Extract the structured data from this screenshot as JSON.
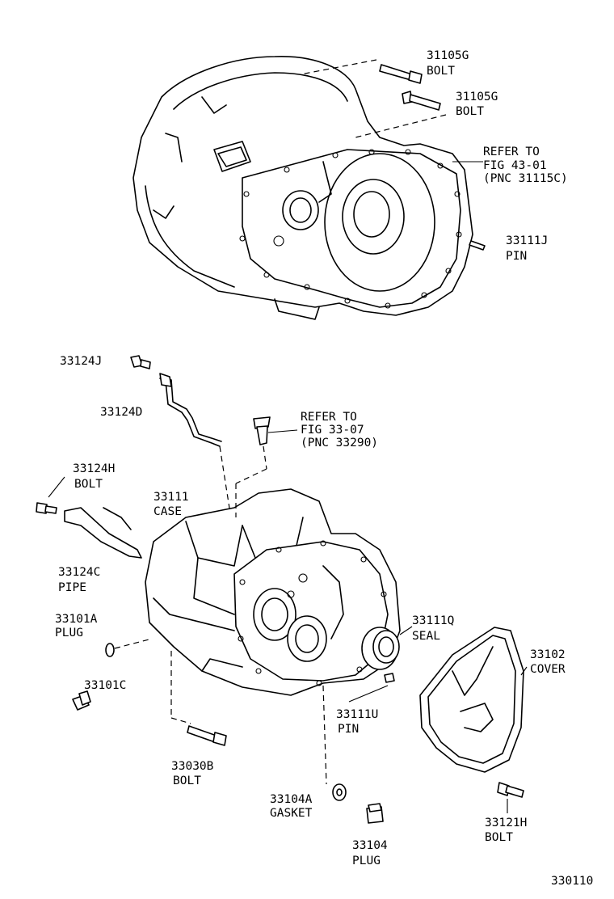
{
  "diagram": {
    "figure_code": "330110",
    "labels": {
      "bolt_31105g_a_pnc": "31105G",
      "bolt_31105g_a_name": "BOLT",
      "bolt_31105g_b_pnc": "31105G",
      "bolt_31105g_b_name": "BOLT",
      "refer_43_line1": "REFER TO",
      "refer_43_line2": "FIG 43-01",
      "refer_43_line3": "(PNC 31115C)",
      "pin_33111j_pnc": "33111J",
      "pin_33111j_name": "PIN",
      "part_33124j_pnc": "33124J",
      "part_33124d_pnc": "33124D",
      "refer_33_line1": "REFER TO",
      "refer_33_line2": "FIG 33-07",
      "refer_33_line3": "(PNC 33290)",
      "bolt_33124h_pnc": "33124H",
      "bolt_33124h_name": "BOLT",
      "case_33111_pnc": "33111",
      "case_33111_name": "CASE",
      "pipe_33124c_pnc": "33124C",
      "pipe_33124c_name": "PIPE",
      "plug_33101a_pnc": "33101A",
      "plug_33101a_name": "PLUG",
      "seal_33111q_pnc": "33111Q",
      "seal_33111q_name": "SEAL",
      "cover_33102_pnc": "33102",
      "cover_33102_name": "COVER",
      "part_33101c_pnc": "33101C",
      "pin_33111u_pnc": "33111U",
      "pin_33111u_name": "PIN",
      "bolt_33030b_pnc": "33030B",
      "bolt_33030b_name": "BOLT",
      "gasket_33104a_pnc": "33104A",
      "gasket_33104a_name": "GASKET",
      "bolt_33121h_pnc": "33121H",
      "bolt_33121h_name": "BOLT",
      "plug_33104_pnc": "33104",
      "plug_33104_name": "PLUG"
    }
  }
}
